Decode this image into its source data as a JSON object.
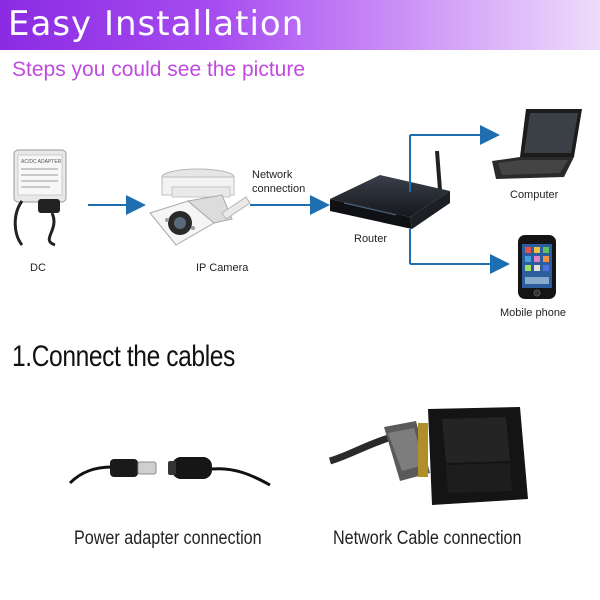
{
  "banner": {
    "title": "Easy Installation"
  },
  "subtitle": "Steps you could see the picture",
  "diagram": {
    "dc_label": "DC",
    "adapter_text": "AC/DC ADAPTER",
    "camera_label": "IP Camera",
    "network_label_1": "Network",
    "network_label_2": "connection",
    "router_label": "Router",
    "computer_label": "Computer",
    "phone_label": "Mobile phone"
  },
  "section": {
    "title": "1.Connect the cables"
  },
  "captions": {
    "power": "Power adapter connection",
    "network": "Network Cable connection"
  },
  "colors": {
    "banner_start": "#8a2be2",
    "subtitle": "#c04ae0",
    "arrow": "#1f6fb0"
  }
}
